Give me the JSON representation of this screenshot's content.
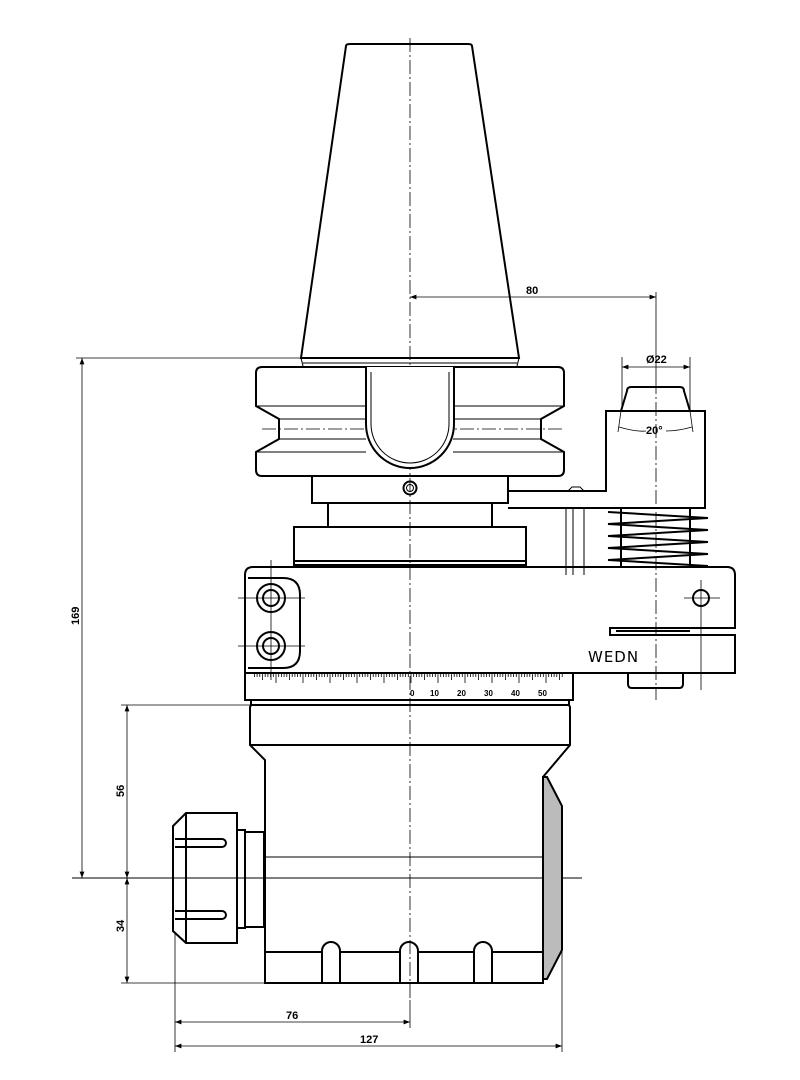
{
  "drawing": {
    "title": "Angle head technical drawing",
    "brand": "WEDN",
    "dimensions": {
      "offset": "80",
      "diameter": "Ø22",
      "angle": "20°",
      "height_total": "169",
      "height_upper": "56",
      "height_lower": "34",
      "width_center": "76",
      "width_total": "127"
    },
    "scale": {
      "labels": [
        "0",
        "10",
        "20",
        "30",
        "40",
        "50"
      ]
    }
  }
}
